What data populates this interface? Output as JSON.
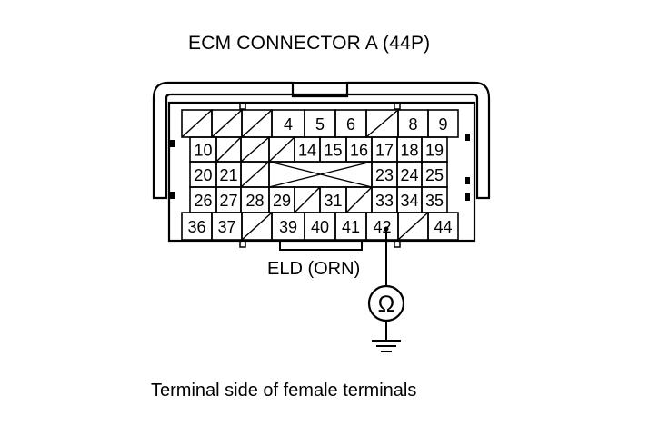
{
  "title": "ECM CONNECTOR A (44P)",
  "caption": "Terminal side of female terminals",
  "probe_label": "ELD (ORN)",
  "meter_symbol": "Ω",
  "meter_icon": "ohmmeter-icon",
  "ground_icon": "ground-icon",
  "probe_terminal": "42",
  "connector": {
    "rows": [
      [
        "/",
        "/",
        "/",
        "4",
        "5",
        "6",
        "/",
        "8",
        "9"
      ],
      [
        "10",
        "/",
        "/",
        "/",
        "14",
        "15",
        "16",
        "17",
        "18",
        "19"
      ],
      [
        "20",
        "21",
        "/",
        "",
        "",
        "",
        "",
        "23",
        "24",
        "25"
      ],
      [
        "26",
        "27",
        "28",
        "29",
        "/",
        "31",
        "/",
        "33",
        "34",
        "35"
      ],
      [
        "36",
        "37",
        "/",
        "39",
        "40",
        "41",
        "42",
        "/",
        "44"
      ]
    ]
  }
}
